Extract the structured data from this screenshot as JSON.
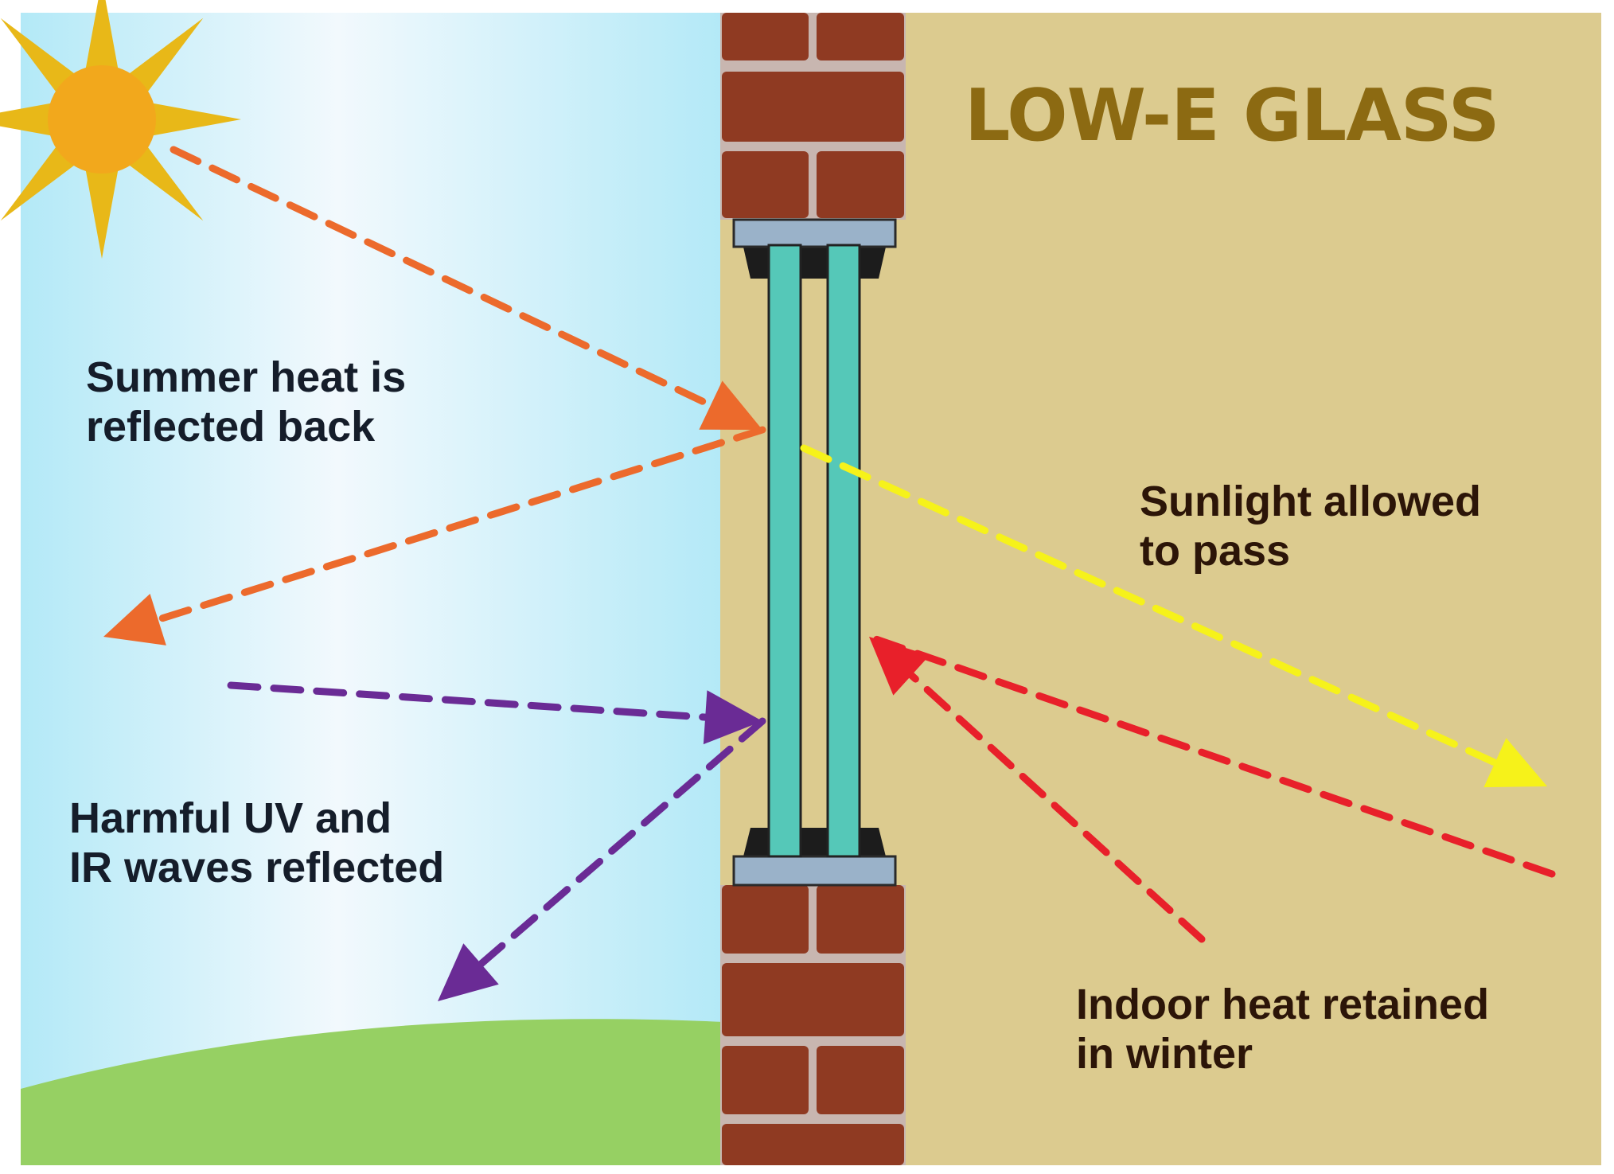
{
  "title": "LOW-E GLASS",
  "labels": {
    "summer_heat": [
      "Summer heat is",
      "reflected back"
    ],
    "sunlight": [
      "Sunlight allowed",
      "to pass"
    ],
    "uv_ir": [
      "Harmful UV and",
      "IR waves reflected"
    ],
    "indoor_heat": [
      "Indoor heat retained",
      "in winter"
    ]
  },
  "colors": {
    "sky_light": "#f2f9fd",
    "sky_deep": "#b3e9f7",
    "indoor": "#dccb8f",
    "grass": "#96d063",
    "brick": "#8f3a22",
    "mortar": "#c8b6b0",
    "glass": "#55c8b8",
    "frame": "#9ab2c9",
    "seal": "#1c1c1c",
    "sun": "#f2a81c",
    "ray": "#e8b818",
    "title": "#8c6a12",
    "text_dark": "#151d2a",
    "text_brown": "#2c1508",
    "arrow_orange": "#ec6a2c",
    "arrow_yellow": "#f6f21a",
    "arrow_purple": "#6a2b95",
    "arrow_red": "#e8202a"
  },
  "icons": [
    "sun-icon",
    "glass-pane-icon",
    "brick-wall-icon"
  ]
}
